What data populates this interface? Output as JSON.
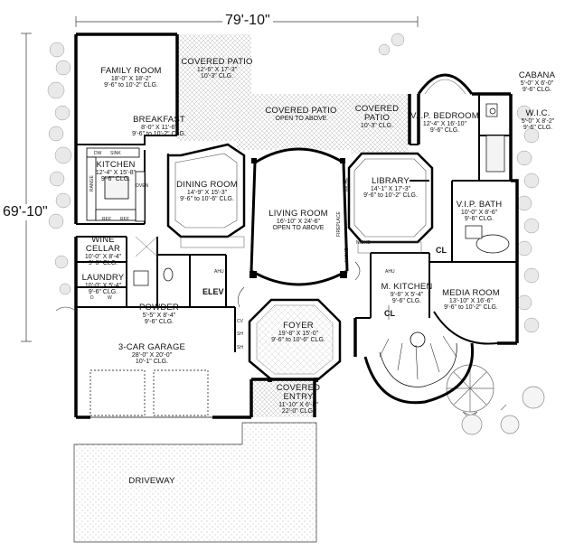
{
  "dimensions": {
    "width": "79'-10\"",
    "depth": "69'-10\""
  },
  "rooms": {
    "family_room": {
      "name": "FAMILY ROOM",
      "size": "18'-0\" X 18'-2\"",
      "ceiling": "9'-6\" to 10'-2\" CLG."
    },
    "covered_patio_left": {
      "name": "COVERED PATIO",
      "size": "12'-6\" X 17'-3\"",
      "ceiling": "10'-3\" CLG."
    },
    "covered_patio_center": {
      "name": "COVERED PATIO",
      "ceiling": "OPEN TO ABOVE"
    },
    "covered_patio_right": {
      "name": "COVERED",
      "name2": "PATIO",
      "ceiling": "10'-3\" CLG."
    },
    "breakfast": {
      "name": "BREAKFAST",
      "size": "8'-0\" X 11'-6\"",
      "ceiling": "9'-6\" to 10'-2\" CLG."
    },
    "kitchen": {
      "name": "KITCHEN",
      "size": "12'-4\" X 15'-8\"",
      "ceiling": "9'-6\" CLG."
    },
    "dining_room": {
      "name": "DINING ROOM",
      "size": "14'-9\" X 15'-3\"",
      "ceiling": "9'-6\" to 10'-6\" CLG."
    },
    "living_room": {
      "name": "LIVING ROOM",
      "size": "16'-10\" X 24'-6\"",
      "ceiling": "OPEN TO ABOVE"
    },
    "library": {
      "name": "LIBRARY",
      "size": "14'-1\" X 17'-3\"",
      "ceiling": "9'-6\" to 10'-2\" CLG."
    },
    "vip_bedroom": {
      "name": "V.I.P. BEDROOM",
      "size": "12'-4\" X 16'-10\"",
      "ceiling": "9'-6\" CLG."
    },
    "cabana": {
      "name": "CABANA",
      "size": "5'-0\" X 6'-0\"",
      "ceiling": "9'-6\" CLG."
    },
    "wic": {
      "name": "W.I.C.",
      "size": "5'-0\" X 8'-2\"",
      "ceiling": "9'-6\" CLG."
    },
    "vip_bath": {
      "name": "V.I.P. BATH",
      "size": "10'-0\" X 8'-6\"",
      "ceiling": "9'-6\" CLG."
    },
    "wine_cellar": {
      "name": "WINE",
      "name2": "CELLAR",
      "size": "10'-0\" X 8'-4\"",
      "ceiling": "9'-6\" CLG."
    },
    "laundry": {
      "name": "LAUNDRY",
      "size": "10'-0\" X 5'-4\"",
      "ceiling": "9'-6\" CLG."
    },
    "powder": {
      "name": "POWDER",
      "size": "5'-5\" X 8'-4\"",
      "ceiling": "9'-6\" CLG."
    },
    "garage": {
      "name": "3-CAR GARAGE",
      "size": "28'-0\" X 20'-0\"",
      "ceiling": "10'-1\" CLG."
    },
    "foyer": {
      "name": "FOYER",
      "size": "19'-8\" X 15'-0\"",
      "ceiling": "9'-6\" to 10'-6\" CLG."
    },
    "covered_entry": {
      "name": "COVERED",
      "name2": "ENTRY",
      "size": "11'-10\" X 6'-8\"",
      "ceiling": "22'-0\" CLG."
    },
    "m_kitchen": {
      "name": "M. KITCHEN",
      "size": "9'-6\" X 5'-4\"",
      "ceiling": "9'-6\" CLG."
    },
    "media_room": {
      "name": "MEDIA ROOM",
      "size": "13'-10\" X 16'-6\"",
      "ceiling": "9'-6\" to 10'-2\" CLG."
    },
    "driveway": {
      "name": "DRIVEWAY"
    }
  },
  "tags": {
    "elev": "ELEV",
    "cl_right": "CL",
    "cl_mkitchen": "CL",
    "ahu_left": "AHU",
    "ahu_right": "AHU",
    "fireplace": "FIREPLACE",
    "niche": "NICHE",
    "dw": "DW",
    "sink": "SINK",
    "range": "RANGE",
    "oven": "OVEN",
    "ref": "REF",
    "cv": "CV",
    "sh": "SH",
    "w": "W",
    "d": "D"
  }
}
